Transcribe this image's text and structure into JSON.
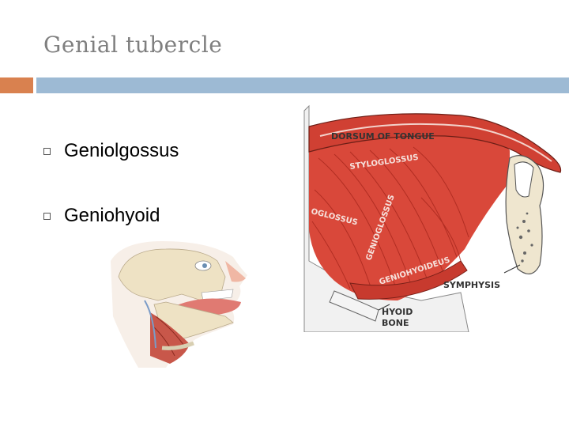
{
  "slide": {
    "title": "Genial tubercle",
    "bullets": [
      {
        "text": "Geniolgossus"
      },
      {
        "text": "Geniohyoid"
      }
    ]
  },
  "figure_right": {
    "labels": {
      "dorsum": "DORSUM OF TONGUE",
      "styloglossus": "STYLOGLOSSUS",
      "hyoglossus": "OGLOSSUS",
      "genioglossus": "GENIOGLOSSUS",
      "geniohyoid": "GENIOHYOIDEUS",
      "symphysis": "SYMPHYSIS",
      "hyoid_1": "HYOID",
      "hyoid_2": "BONE"
    }
  },
  "colors": {
    "title": "#7f7f7f",
    "accent_orange": "#d9814f",
    "accent_blue": "#9dbad4",
    "muscle": "#d9483a",
    "bone": "#efe6cf"
  }
}
